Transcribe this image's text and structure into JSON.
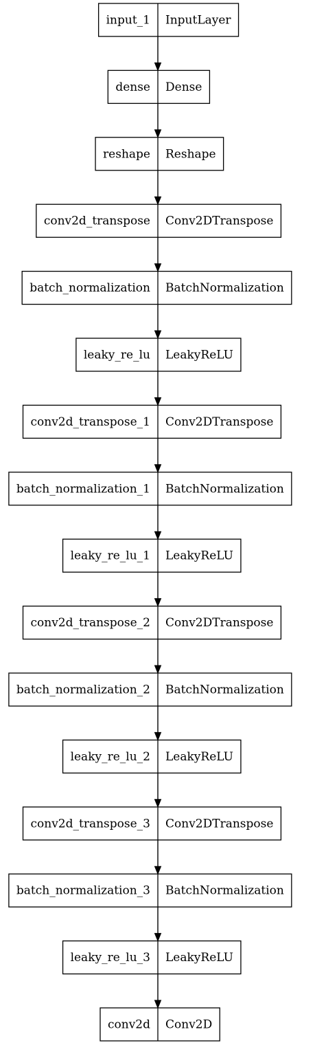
{
  "diagram": {
    "layers": [
      {
        "name": "input_1",
        "type": "InputLayer"
      },
      {
        "name": "dense",
        "type": "Dense"
      },
      {
        "name": "reshape",
        "type": "Reshape"
      },
      {
        "name": "conv2d_transpose",
        "type": "Conv2DTranspose"
      },
      {
        "name": "batch_normalization",
        "type": "BatchNormalization"
      },
      {
        "name": "leaky_re_lu",
        "type": "LeakyReLU"
      },
      {
        "name": "conv2d_transpose_1",
        "type": "Conv2DTranspose"
      },
      {
        "name": "batch_normalization_1",
        "type": "BatchNormalization"
      },
      {
        "name": "leaky_re_lu_1",
        "type": "LeakyReLU"
      },
      {
        "name": "conv2d_transpose_2",
        "type": "Conv2DTranspose"
      },
      {
        "name": "batch_normalization_2",
        "type": "BatchNormalization"
      },
      {
        "name": "leaky_re_lu_2",
        "type": "LeakyReLU"
      },
      {
        "name": "conv2d_transpose_3",
        "type": "Conv2DTranspose"
      },
      {
        "name": "batch_normalization_3",
        "type": "BatchNormalization"
      },
      {
        "name": "leaky_re_lu_3",
        "type": "LeakyReLU"
      },
      {
        "name": "conv2d",
        "type": "Conv2D"
      }
    ],
    "edges": [
      [
        "input_1",
        "dense"
      ],
      [
        "dense",
        "reshape"
      ],
      [
        "reshape",
        "conv2d_transpose"
      ],
      [
        "conv2d_transpose",
        "batch_normalization"
      ],
      [
        "batch_normalization",
        "leaky_re_lu"
      ],
      [
        "leaky_re_lu",
        "conv2d_transpose_1"
      ],
      [
        "conv2d_transpose_1",
        "batch_normalization_1"
      ],
      [
        "batch_normalization_1",
        "leaky_re_lu_1"
      ],
      [
        "leaky_re_lu_1",
        "conv2d_transpose_2"
      ],
      [
        "conv2d_transpose_2",
        "batch_normalization_2"
      ],
      [
        "batch_normalization_2",
        "leaky_re_lu_2"
      ],
      [
        "leaky_re_lu_2",
        "conv2d_transpose_3"
      ],
      [
        "conv2d_transpose_3",
        "batch_normalization_3"
      ],
      [
        "batch_normalization_3",
        "leaky_re_lu_3"
      ],
      [
        "leaky_re_lu_3",
        "conv2d"
      ]
    ]
  }
}
